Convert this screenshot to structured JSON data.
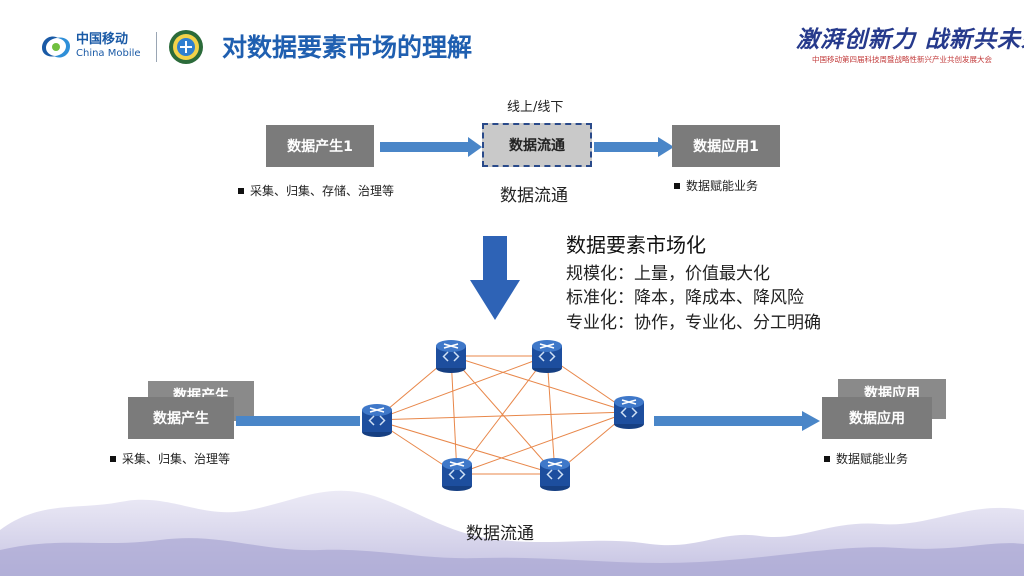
{
  "header": {
    "logo_cn": "中国移动",
    "logo_en": "China Mobile",
    "title": "对数据要素市场的理解",
    "slogan": "激湃创新力 战新共未来",
    "subtitle": "中国移动第四届科技周暨战略性新兴产业共创发展大会"
  },
  "top_flow": {
    "produce_label": "数据产生1",
    "flow_label": "数据流通",
    "apply_label": "数据应用1",
    "online_label": "线上/线下",
    "produce_bullet": "采集、归集、存储、治理等",
    "flow_caption": "数据流通",
    "apply_bullet": "数据赋能业务"
  },
  "market": {
    "title": "数据要素市场化",
    "lines": [
      "规模化：上量，价值最大化",
      "标准化：降本，降成本、降风险",
      "专业化：协作，专业化、分工明确"
    ]
  },
  "bottom_flow": {
    "produce_label": "数据产生",
    "produce_shadow_label": "数据产生",
    "apply_label": "数据应用",
    "apply_shadow_label": "数据应用",
    "produce_bullet": "采集、归集、治理等",
    "apply_bullet": "数据赋能业务",
    "network_caption": "数据流通"
  },
  "colors": {
    "title_blue": "#1f5fb0",
    "box_gray": "#7b7b7b",
    "arrow_blue": "#4a86c8",
    "mesh_orange": "#e8874a",
    "node_blue": "#1d4e9e"
  }
}
